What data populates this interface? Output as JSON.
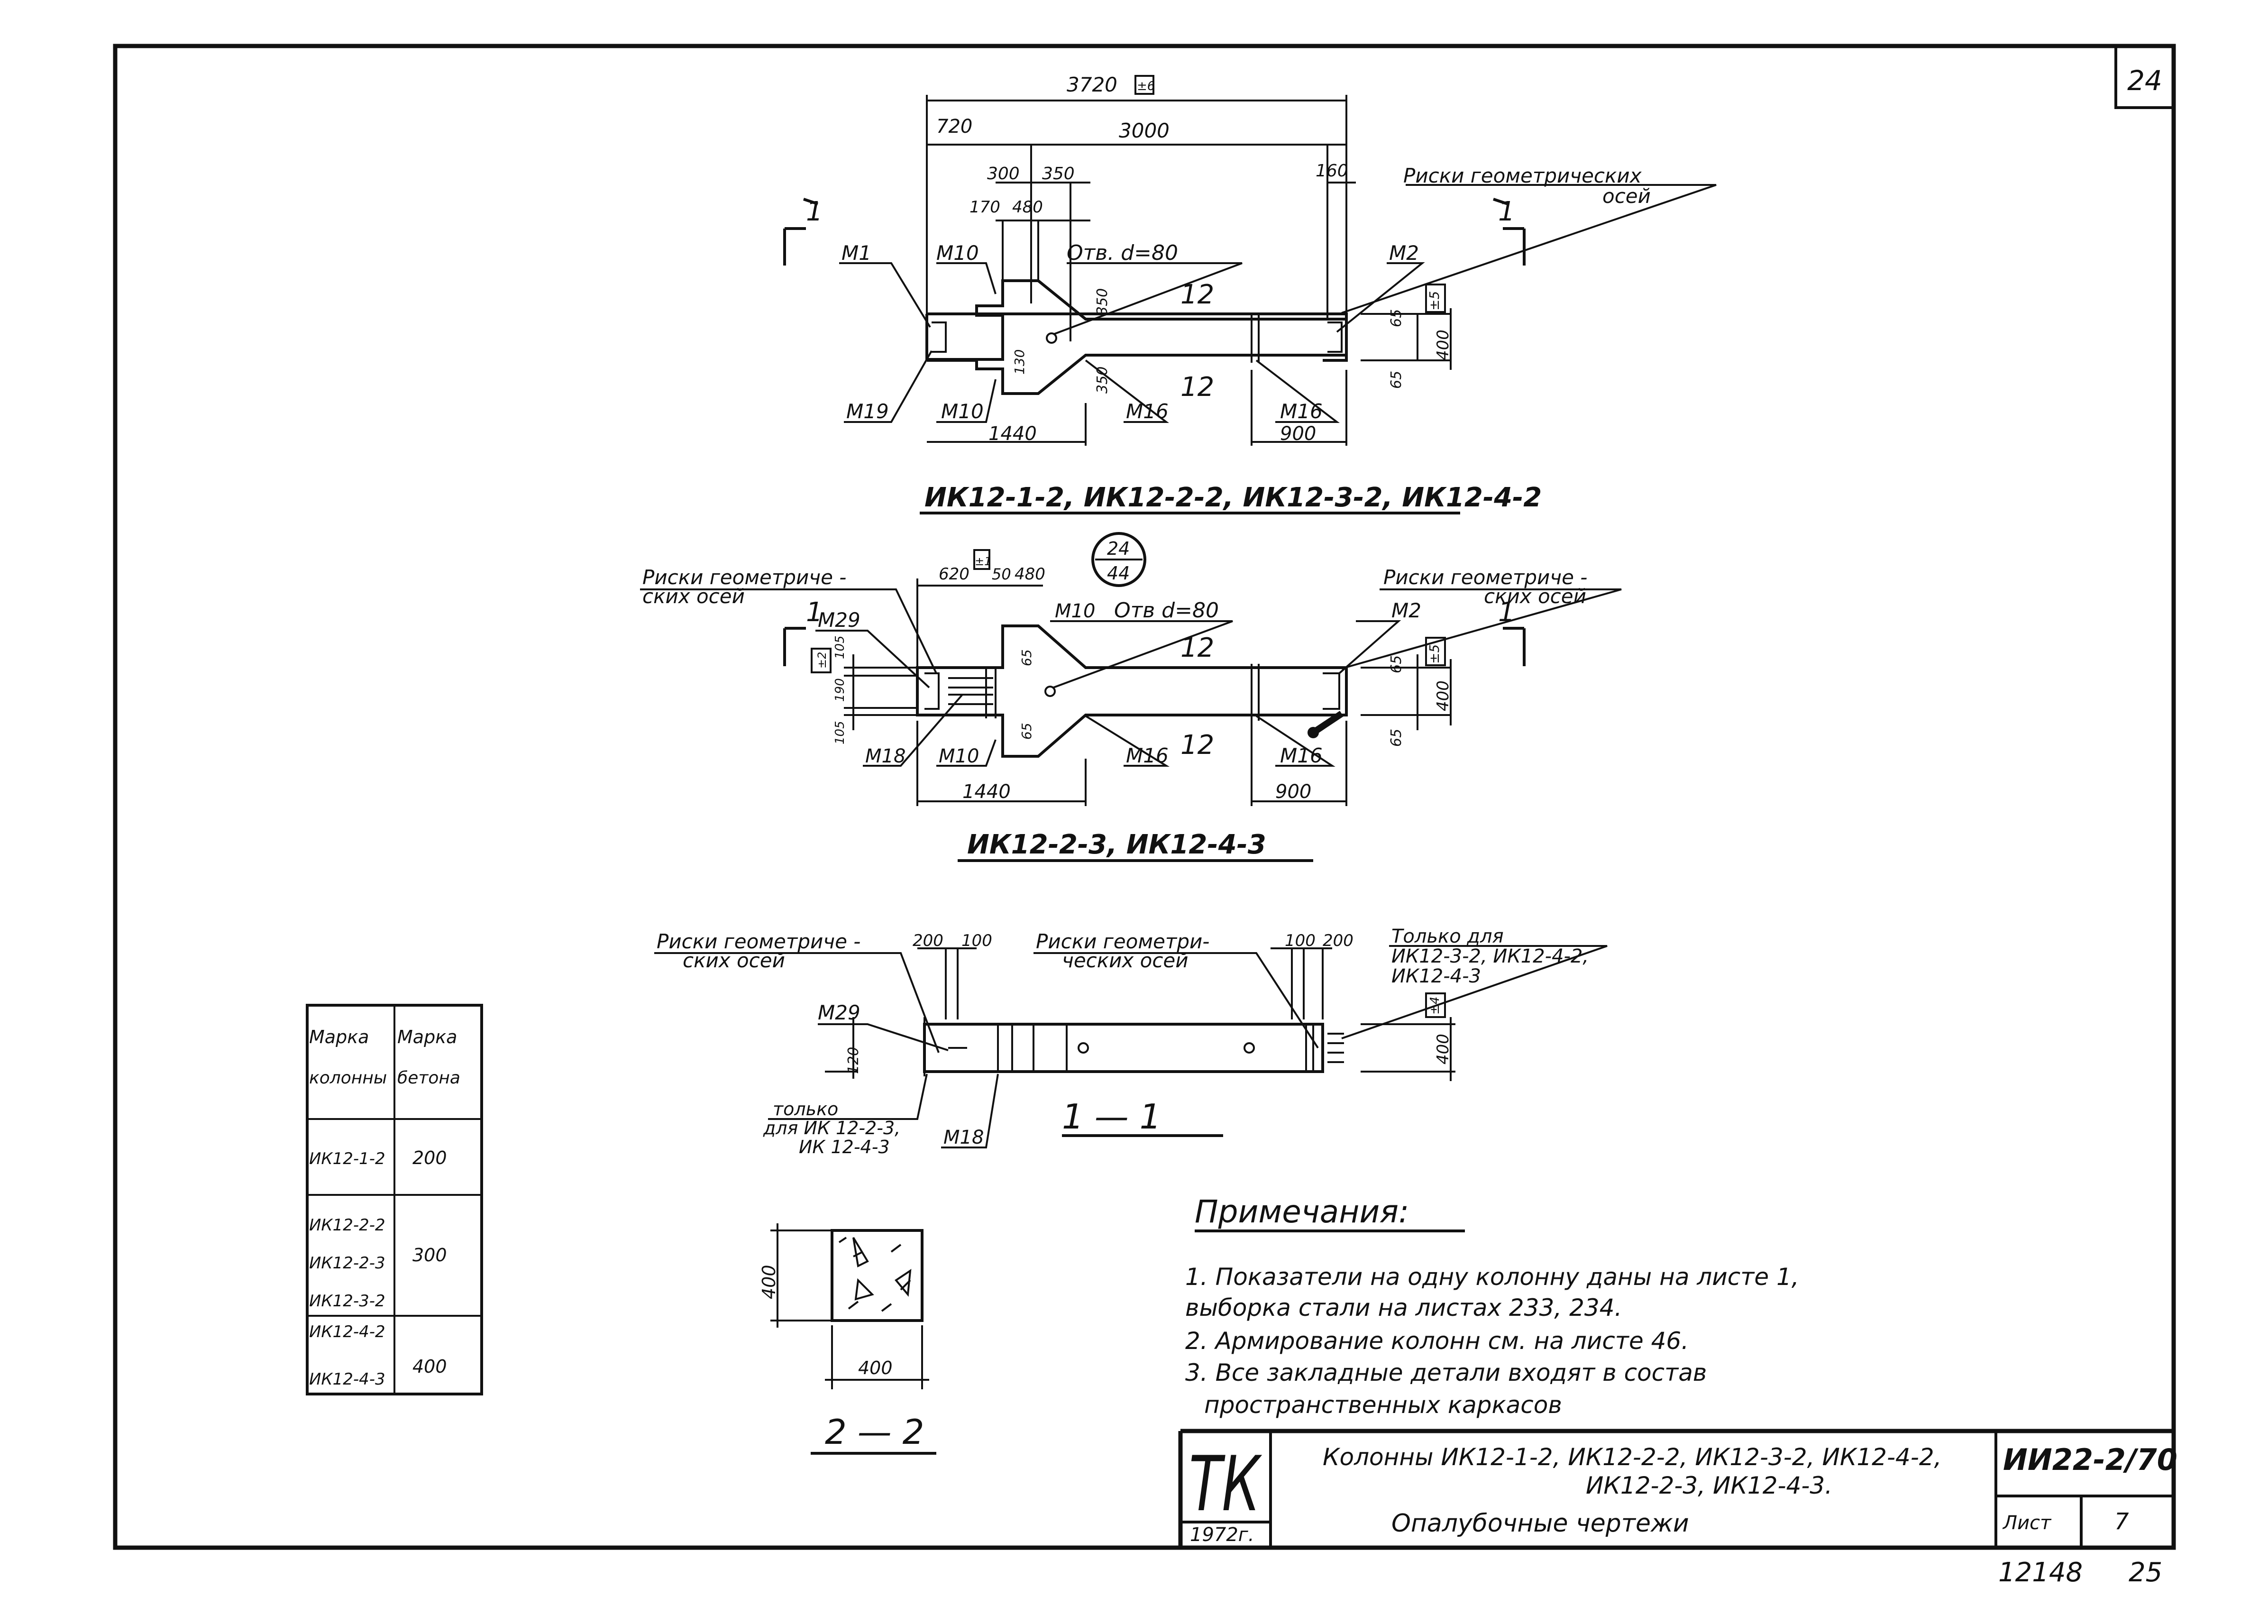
{
  "sheet": {
    "page_no": "24",
    "footer_left": "12148",
    "footer_right": "25"
  },
  "view_top": {
    "title": "ИК12-1-2, ИК12-2-2, ИК12-3-2, ИК12-4-2",
    "dims": {
      "overall": "3720",
      "overall_tol": "±6",
      "d720": "720",
      "d3000": "3000",
      "d300": "300",
      "d350": "350",
      "d170": "170",
      "d480": "480",
      "d160": "160",
      "d350b": "350",
      "d350c": "350",
      "d130": "130",
      "d65a": "65",
      "d65b": "65",
      "d400": "400",
      "tol5": "±5",
      "d1440": "1440",
      "d900": "900",
      "num12a": "12",
      "num12b": "12"
    },
    "labels": {
      "m1": "М1",
      "m10a": "М10",
      "m10b": "М10",
      "m19": "М19",
      "m16a": "М16",
      "m16b": "М16",
      "m2": "М2",
      "hole": "Отв. d=80",
      "risk_line1": "Риски геометрических",
      "risk_line2": "осей",
      "sec1_left": "1",
      "sec1_right": "1"
    }
  },
  "view_mid": {
    "title": "ИК12-2-3, ИК12-4-3",
    "dims": {
      "d620": "620",
      "tol1": "±1",
      "d50": "50",
      "d480": "480",
      "circle_top": "24",
      "circle_bot": "44",
      "d105a": "105",
      "d190": "190",
      "d105b": "105",
      "tol2": "±2",
      "d65a": "65",
      "d65b": "65",
      "d65c": "65",
      "d65d": "65",
      "d400": "400",
      "tol5": "±5",
      "d1440": "1440",
      "d900": "900",
      "num12a": "12",
      "num12b": "12"
    },
    "labels": {
      "risk_left1": "Риски геометриче -",
      "risk_left2": "ских осей",
      "risk_right1": "Риски геометриче -",
      "risk_right2": "ских осей",
      "m29": "М29",
      "m18": "М18",
      "m10a": "М10",
      "m10b": "М10",
      "m16a": "М16",
      "m16b": "М16",
      "m2": "М2",
      "hole": "Отв d=80",
      "sec1_left": "1",
      "sec1_right": "1"
    }
  },
  "view_sec11": {
    "title": "1 — 1",
    "labels": {
      "risk_left1": "Риски геометриче -",
      "risk_left2": "ских осей",
      "risk_mid1": "Риски геометри-",
      "risk_mid2": "ческих осей",
      "only1": "Только для",
      "only2": "ИК12-3-2, ИК12-4-2,",
      "only3": "ИК12-4-3",
      "m29": "М29",
      "m18": "М18",
      "only_b1": "только",
      "only_b2": "для ИК 12-2-3,",
      "only_b3": "ИК 12-4-3",
      "d200a": "200",
      "d100a": "100",
      "d100b": "100",
      "d200b": "200",
      "d120": "120",
      "d400": "400",
      "tol": "±4"
    }
  },
  "view_sec22": {
    "title": "2 — 2",
    "d400v": "400",
    "d400h": "400"
  },
  "table": {
    "header": [
      "Марка колонны",
      "Марка бетона"
    ],
    "rows": [
      {
        "cols": "ИК12-1-2",
        "grade": "200"
      },
      {
        "cols": "ИК12-2-2 ИК12-2-3 ИК12-3-2",
        "grade": "300"
      },
      {
        "cols": "ИК12-4-2 ИК12-4-3",
        "grade": "400"
      }
    ]
  },
  "notes": {
    "title": "Примечания:",
    "items": [
      "1. Показатели на одну колонну даны на листе 1,",
      "выборка стали на листах 233, 234.",
      "2. Армирование колонн см. на листе 46.",
      "3. Все закладные детали входят в состав",
      "пространственных каркасов"
    ]
  },
  "title_block": {
    "logo": "ТК",
    "year": "1972г.",
    "desc1": "Колонны ИК12-1-2, ИК12-2-2, ИК12-3-2, ИК12-4-2,",
    "desc2": "ИК12-2-3, ИК12-4-3.",
    "desc3": "Опалубочные чертежи",
    "code": "ИИ22-2/70",
    "sheet_label": "Лист",
    "sheet_no": "7"
  }
}
